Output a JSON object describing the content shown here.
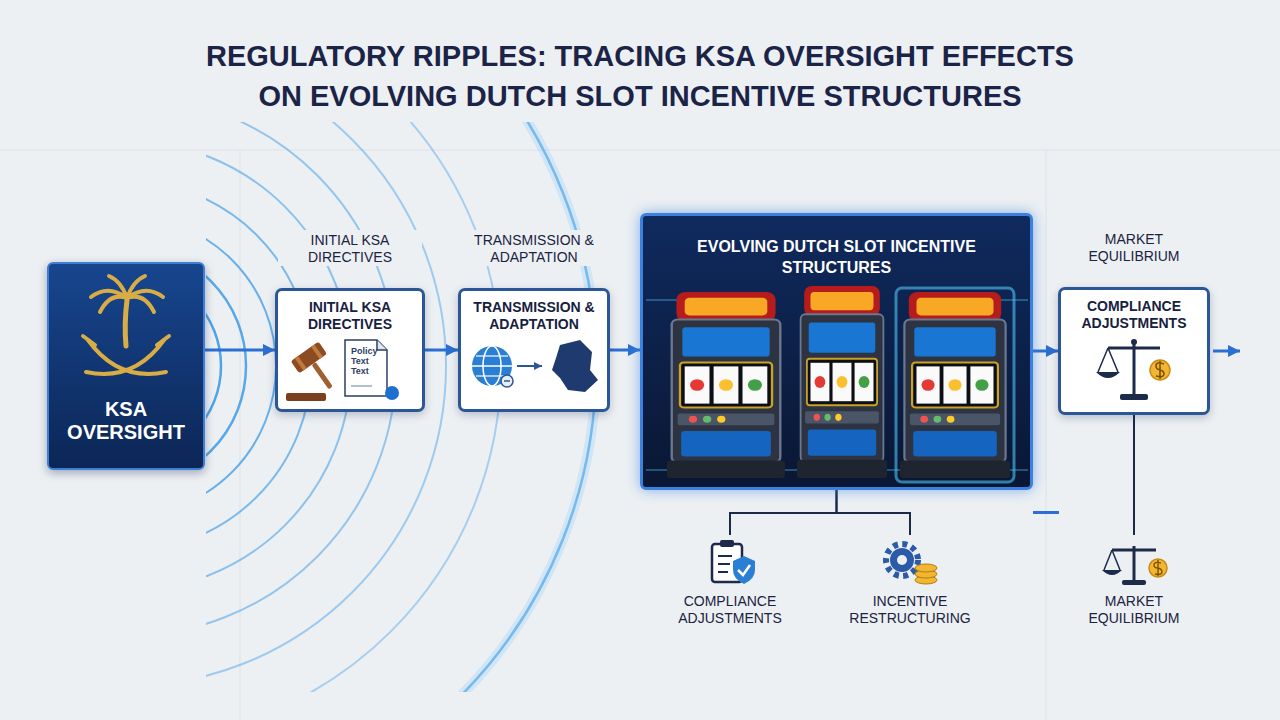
{
  "diagram": {
    "title": "REGULATORY RIPPLES: TRACING KSA OVERSIGHT EFFECTS ON EVOLVING DUTCH SLOT INCENTIVE STRUCTURES",
    "nodes": [
      {
        "text": [
          "KSA OVERSIGHT"
        ]
      },
      {
        "text": [
          "INITIAL KSA DIRECTIVES",
          "INITIAL KSA DIRECTIVES",
          "Policy Text Text"
        ]
      },
      {
        "text": [
          "TRANSMISSION & ADAPTATION",
          "TRANSMISSION & ADAPTATION"
        ]
      },
      {
        "text": [
          "EVOLVING DUTCH SLOT INCENTIVE STRUCTURES"
        ]
      },
      {
        "text": [
          "MARKET EQUILIBRIUM",
          "COMPLIANCE ADJUSTMENTS"
        ]
      },
      {
        "text": [
          "COMPLIANCE ADJUSTMENTS"
        ]
      },
      {
        "text": [
          "INCENTIVE RESTRUCTURING"
        ]
      },
      {
        "text": [
          "MARKET EQUILIBRIUM"
        ]
      }
    ],
    "edges": [
      {
        "from": 0,
        "to": 1,
        "arrow": "to"
      },
      {
        "from": 1,
        "to": 2,
        "arrow": "to"
      },
      {
        "from": 2,
        "to": 3,
        "arrow": "to"
      },
      {
        "from": 3,
        "to": 4,
        "arrow": "to"
      },
      {
        "from": 3,
        "to": 5,
        "arrow": "none"
      },
      {
        "from": 3,
        "to": 6,
        "arrow": "none"
      },
      {
        "from": 3,
        "to": 7,
        "arrow": "none"
      },
      {
        "from": 4,
        "to": 7,
        "arrow": "none"
      }
    ]
  }
}
